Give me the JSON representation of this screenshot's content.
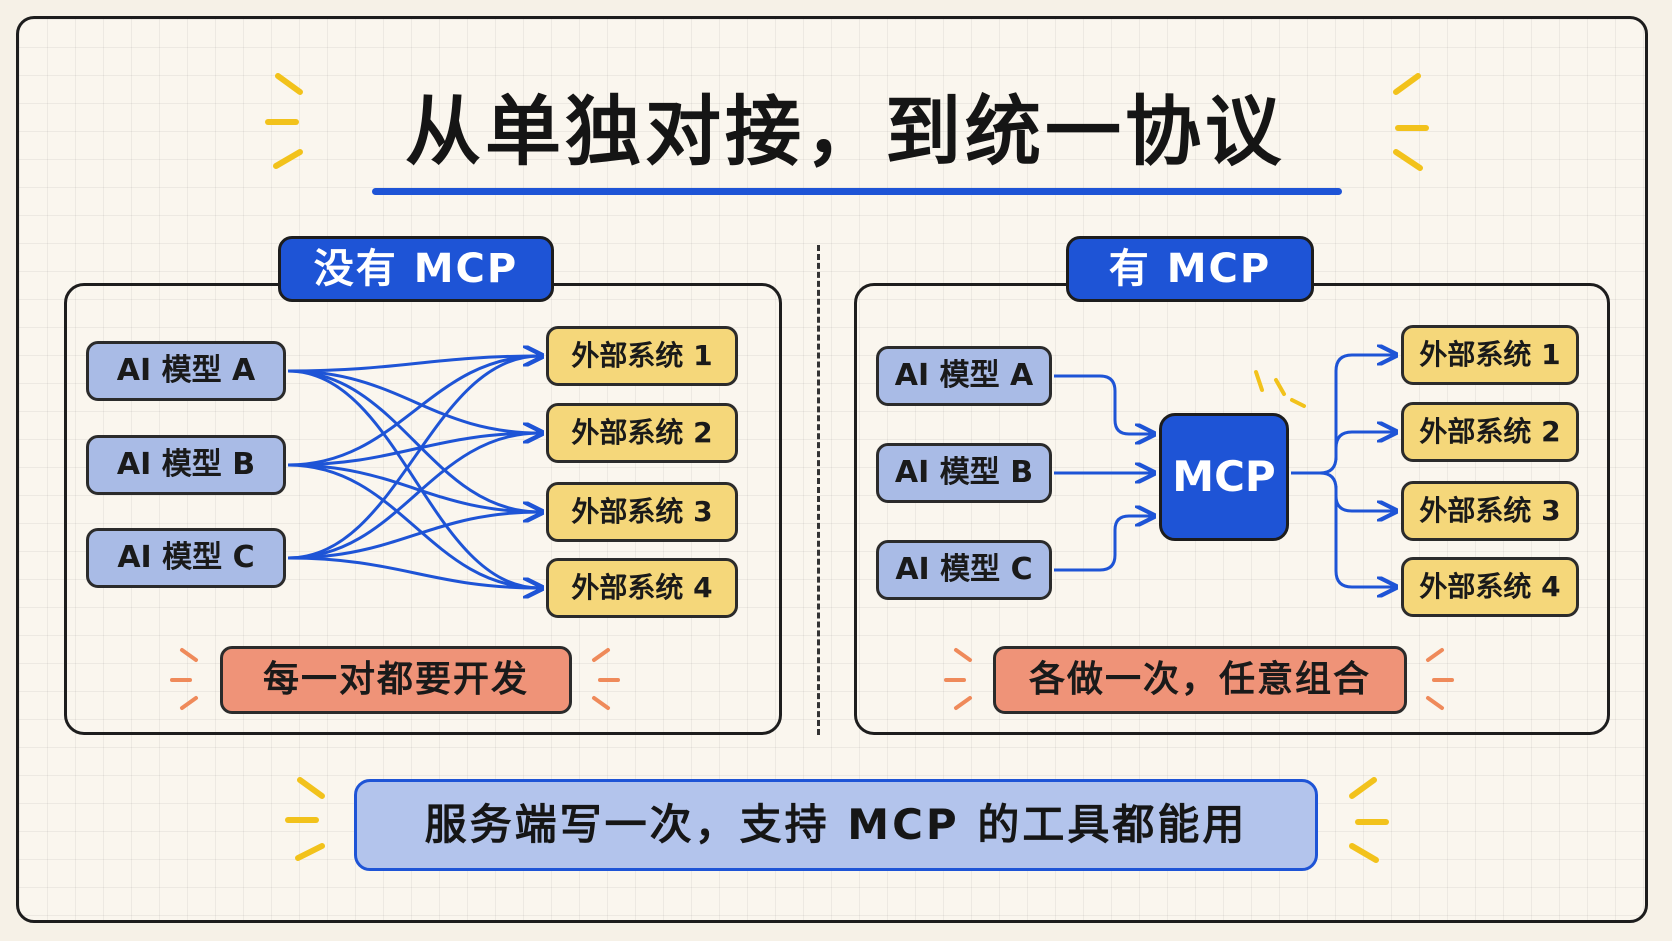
{
  "title": "从单独对接，到统一协议",
  "colors": {
    "accent_blue": "#1e54d6",
    "ai_node": "#a9bbe6",
    "system_node": "#f5d77a",
    "note": "#ef9378",
    "sparkle_yellow": "#f2c21b",
    "sparkle_orange": "#ef8a5a"
  },
  "left_panel": {
    "badge": "没有 MCP",
    "ai_models": [
      "AI 模型 A",
      "AI 模型 B",
      "AI 模型 C"
    ],
    "systems": [
      "外部系统 1",
      "外部系统 2",
      "外部系统 3",
      "外部系统 4"
    ],
    "note": "每一对都要开发"
  },
  "right_panel": {
    "badge": "有 MCP",
    "ai_models": [
      "AI 模型 A",
      "AI 模型 B",
      "AI 模型 C"
    ],
    "hub": "MCP",
    "systems": [
      "外部系统 1",
      "外部系统 2",
      "外部系统 3",
      "外部系统 4"
    ],
    "note": "各做一次，任意组合"
  },
  "footer": "服务端写一次，支持 MCP 的工具都能用"
}
